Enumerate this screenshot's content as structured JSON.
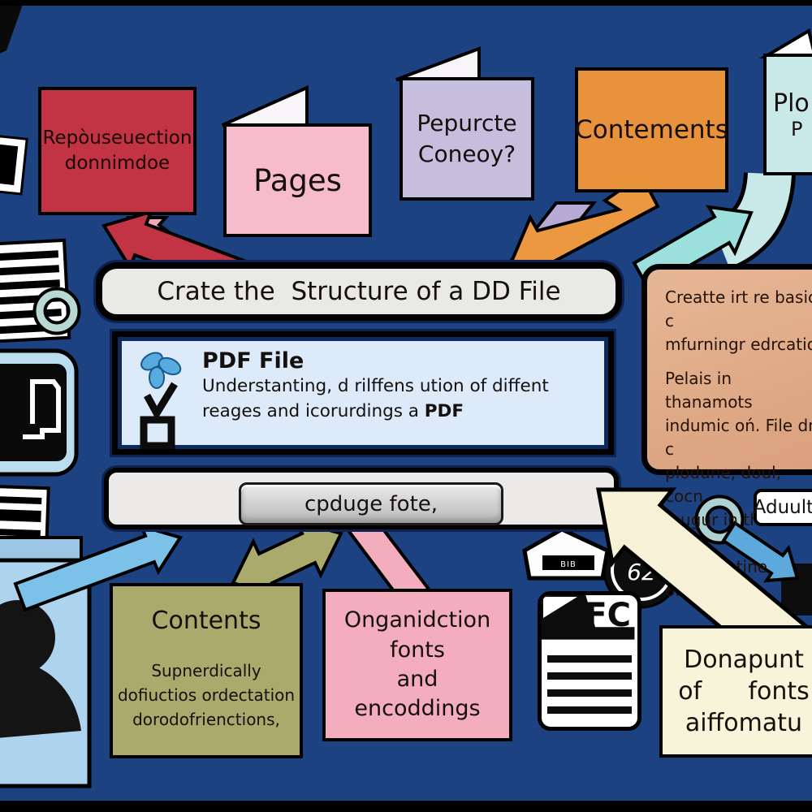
{
  "background_color": "#1c4282",
  "top_row": {
    "red_note": {
      "lines": [
        "Repòuseuection",
        "donnimdoe"
      ]
    },
    "pages_card": {
      "label": "Pages"
    },
    "purpose_card": {
      "lines": [
        "Pepurcte",
        "Coneoy?"
      ]
    },
    "contents_card": {
      "label": "Contements"
    },
    "plo_card": {
      "line1": "Plo",
      "line2": "P"
    }
  },
  "banner": {
    "title": "Crate the  Structure of a DD File"
  },
  "pdf_panel": {
    "title": "PDF File",
    "line1": "Understanting, d rilffens ution of diffent",
    "line2_text": "reages and icorurdings a ",
    "line2_bold": "PDF"
  },
  "button_bar": {
    "button_label": "cpduge fote,"
  },
  "side_note": {
    "para1": [
      "Creatte irt re basic c",
      "mfurningr edrcatio"
    ],
    "para2": [
      "Pelais in thanamots",
      "indumic oń. File dn c",
      "plodune, doul, cocn",
      "p ugur in the file sch",
      "roconmatine orcede"
    ]
  },
  "bottom_row": {
    "contents_note": {
      "title": "Contents",
      "lines": [
        "Supnerdically",
        "dofiuctios ordectation",
        "dorodofrienctions,"
      ]
    },
    "organization_note": {
      "lines": [
        "Onganidction",
        "fonts",
        "and",
        "encoddings"
      ]
    },
    "document_note": {
      "lines": [
        "Donapunt",
        "of      fonts",
        "aiffomatu"
      ]
    }
  },
  "labels": {
    "adult_tag": "Aduulte",
    "house_icon_text": "BIB",
    "badge_text": "62",
    "fc_icon_text": "FC"
  },
  "colors": {
    "red": "#c23343",
    "pink": "#f6bccd",
    "purple": "#c6bedd",
    "orange": "#e8923c",
    "cyan": "#c9e9e9",
    "olive": "#a9aa6c",
    "rose": "#f3adbd",
    "cream": "#f8f4da",
    "tan": "#e0a57f",
    "light_blue": "#7cc2e8",
    "banner_gray": "#e9e9e7",
    "pdf_blue": "#dceafa"
  }
}
